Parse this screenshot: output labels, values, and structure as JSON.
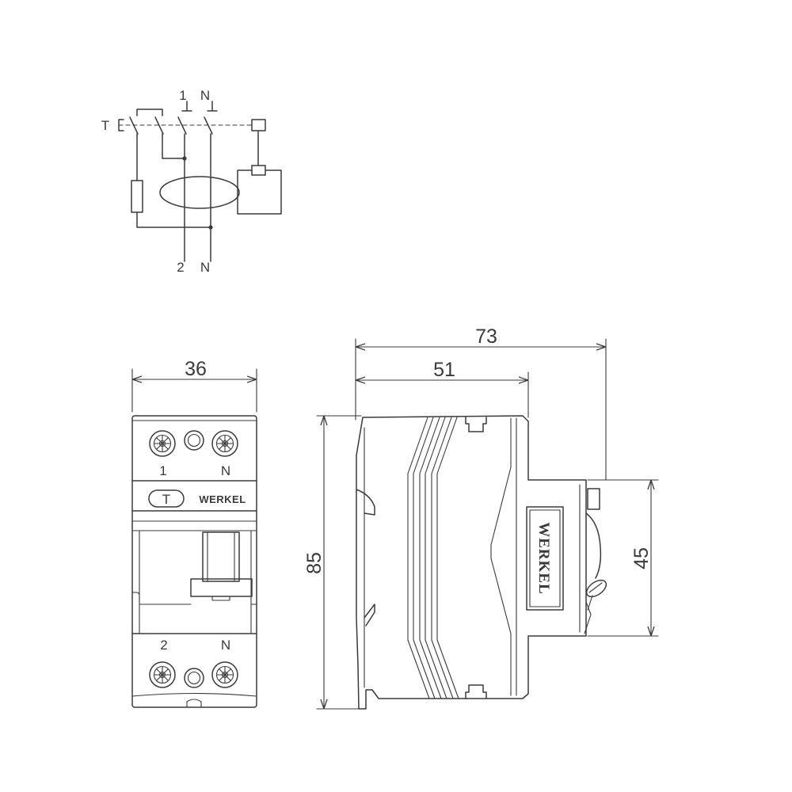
{
  "colors": {
    "line": "#3a3a3a",
    "background": "#ffffff"
  },
  "schematic": {
    "test_label": "T",
    "top_terminals": [
      "1",
      "N"
    ],
    "bottom_terminals": [
      "2",
      "N"
    ]
  },
  "front_view": {
    "width": "36",
    "top_terminals": [
      "1",
      "N"
    ],
    "test_button": "T",
    "brand": "WERKEL",
    "bottom_terminals": [
      "2",
      "N"
    ]
  },
  "side_view": {
    "depth_total": "73",
    "depth_body": "51",
    "height_total": "85",
    "height_front": "45",
    "brand": "WERKEL"
  }
}
